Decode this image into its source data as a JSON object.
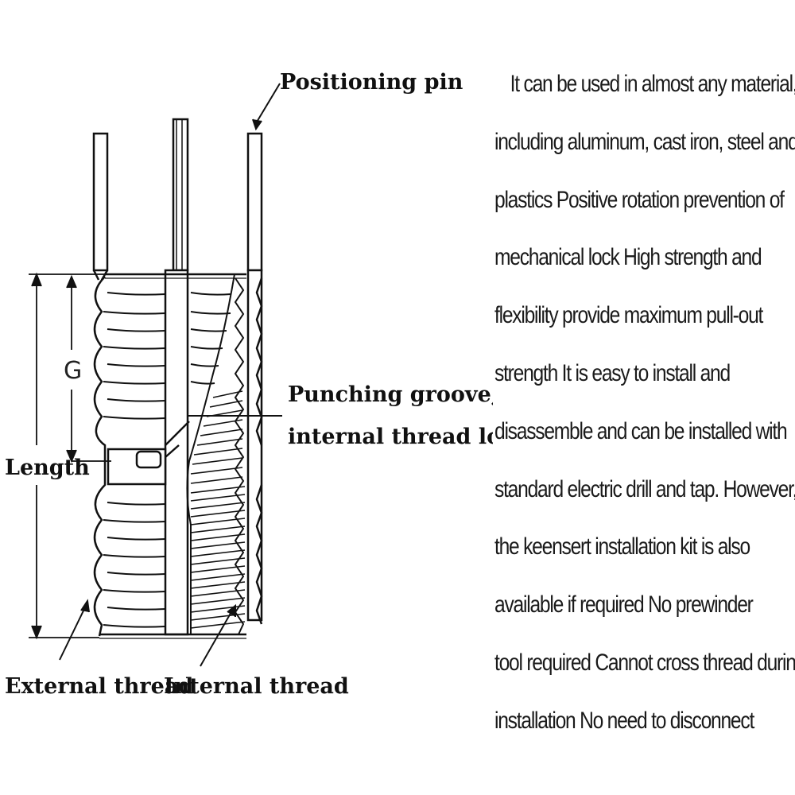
{
  "diagram": {
    "labels": {
      "positioning_pin": "Positioning pin",
      "punching_groove_line1": "Punching groove,",
      "punching_groove_line2": "internal thread locking",
      "length": "Length",
      "g": "G",
      "external_thread": "External thread",
      "internal_thread": "Internal thread"
    }
  },
  "description": {
    "lines": [
      "It can be used in almost any material,",
      "including aluminum, cast iron, steel and",
      "plastics Positive rotation prevention of",
      "mechanical lock High strength and",
      "flexibility provide maximum pull-out",
      "strength It is easy to install and",
      "disassemble and can be installed with",
      "standard electric drill and tap. However,",
      "the keensert installation kit is also",
      "available if required No prewinder",
      "tool required Cannot cross thread during",
      "installation No need to disconnect"
    ]
  }
}
